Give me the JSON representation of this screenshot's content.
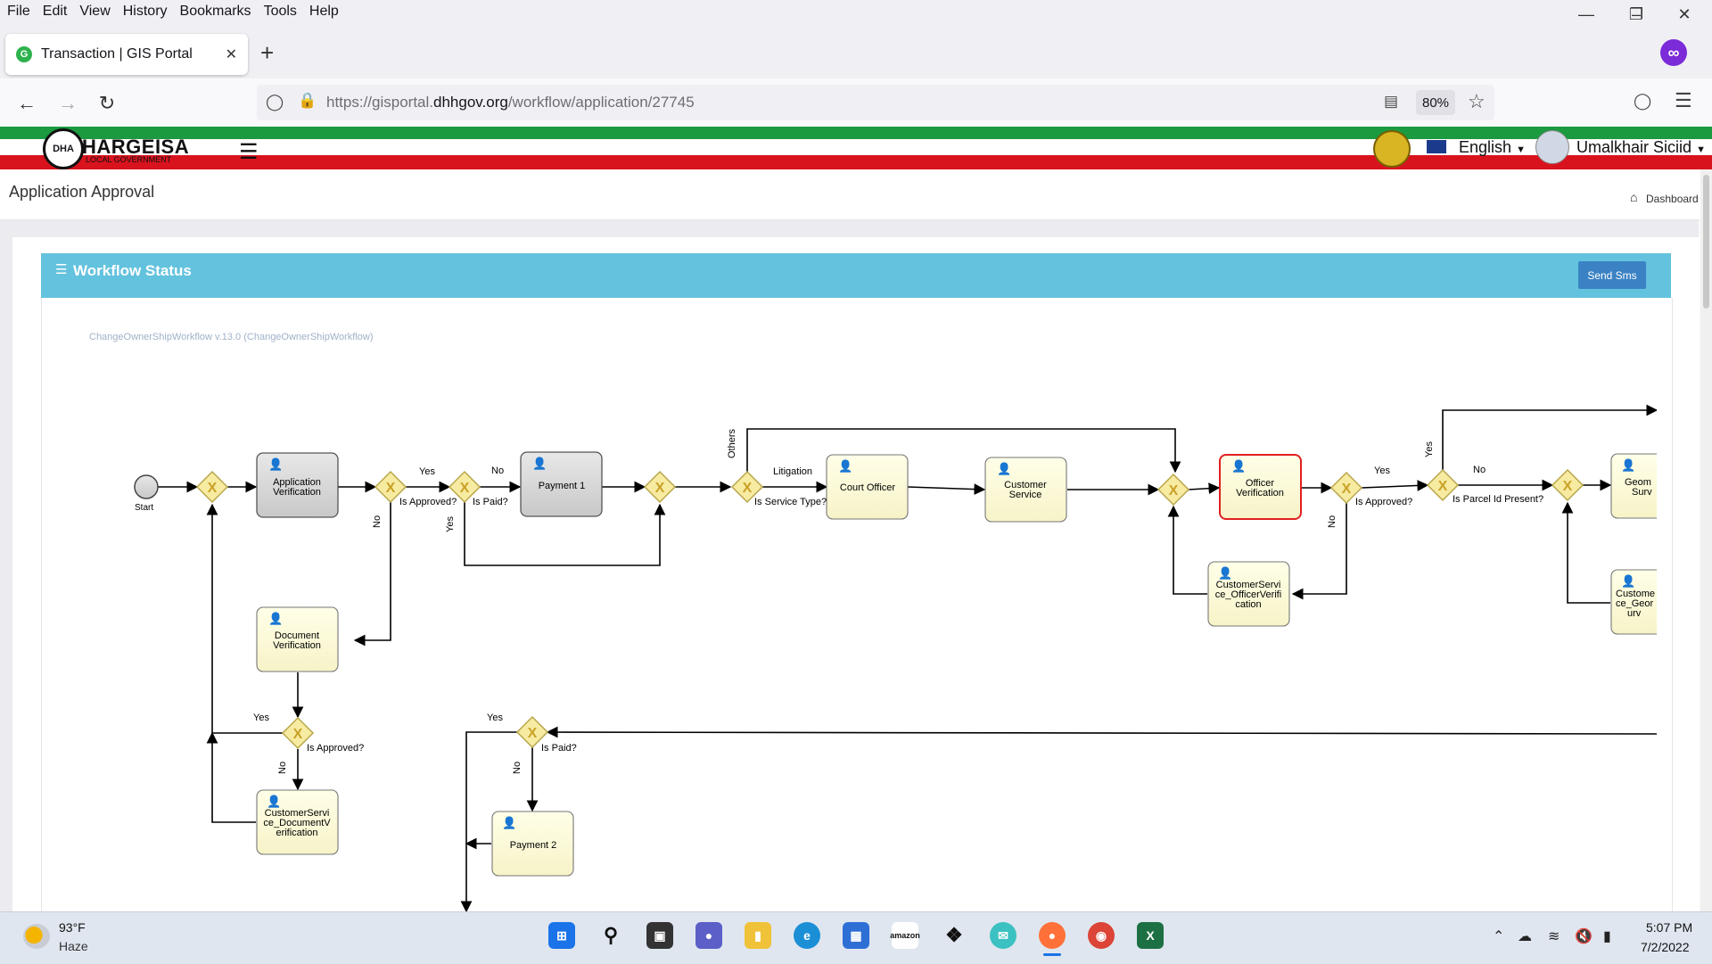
{
  "browser": {
    "menu": [
      "File",
      "Edit",
      "View",
      "History",
      "Bookmarks",
      "Tools",
      "Help"
    ],
    "tab_title": "Transaction | GIS Portal",
    "url_prefix": "https://gisportal.",
    "url_domain": "dhhgov.org",
    "url_path": "/workflow/application/27745",
    "zoom": "80%"
  },
  "site": {
    "logo_text": "HARGEISA",
    "logo_sub": "LOCAL GOVERNMENT",
    "language": "English",
    "username": "Umalkhair Siciid",
    "page_title": "Application Approval",
    "breadcrumb": "Dashboard"
  },
  "panel": {
    "title": "Workflow Status",
    "sms_button": "Send Sms",
    "workflow_name": "ChangeOwnerShipWorkflow v.13.0 (ChangeOwnerShipWorkflow)"
  },
  "diagram": {
    "start_label": "Start",
    "tasks": {
      "app_verification": [
        "Application",
        "Verification"
      ],
      "payment1": [
        "Payment 1"
      ],
      "court_officer": [
        "Court Officer"
      ],
      "customer_service": [
        "Customer",
        "Service"
      ],
      "officer_verification": [
        "Officer",
        "Verification"
      ],
      "geom": [
        "Geom",
        "Surv"
      ],
      "cs_officer_verification": [
        "CustomerServi",
        "ce_OfficerVerifi",
        "cation"
      ],
      "cs_geom": [
        "Custome",
        "ce_Geor",
        "urv"
      ],
      "document_verification": [
        "Document",
        "Verification"
      ],
      "cs_document_verification": [
        "CustomerServi",
        "ce_DocumentV",
        "erification"
      ],
      "payment2": [
        "Payment 2"
      ]
    },
    "labels": {
      "yes": "Yes",
      "no": "No",
      "litigation": "Litigation",
      "others": "Others",
      "is_approved": "Is Approved?",
      "is_paid": "Is Paid?",
      "is_service_type": "Is Service Type?",
      "is_parcel_id_present": "Is Parcel Id Present?"
    }
  },
  "taskbar": {
    "temperature": "93°F",
    "weather": "Haze",
    "time": "5:07 PM",
    "date": "7/2/2022"
  }
}
